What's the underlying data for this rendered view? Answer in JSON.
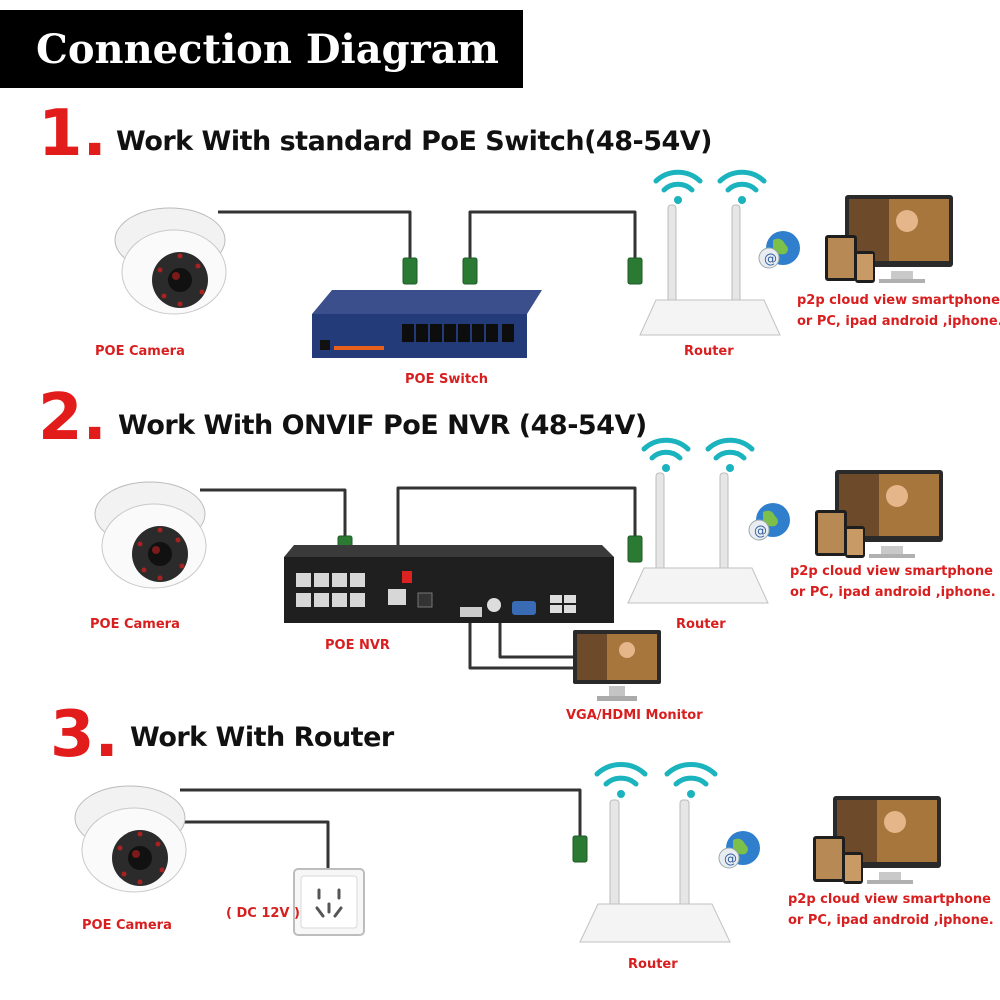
{
  "header": {
    "title": "Connection Diagram"
  },
  "sections": [
    {
      "number": "1.",
      "title": "Work With standard PoE Switch(48-54V)"
    },
    {
      "number": "2.",
      "title": "Work With ONVIF PoE NVR (48-54V)"
    },
    {
      "number": "3.",
      "title": "Work With Router"
    }
  ],
  "labels": {
    "poe_camera": "POE Camera",
    "poe_switch": "POE Switch",
    "router": "Router",
    "poe_nvr": "POE NVR",
    "monitor": "VGA/HDMI Monitor",
    "dc": "( DC 12V )",
    "cloud_line1": "p2p cloud  view smartphone",
    "cloud_line2": "or PC, ipad android ,iphone."
  },
  "colors": {
    "accent_red": "#e21b1b",
    "label_red": "#d81e1e",
    "banner": "#000000",
    "cable": "#333333"
  }
}
